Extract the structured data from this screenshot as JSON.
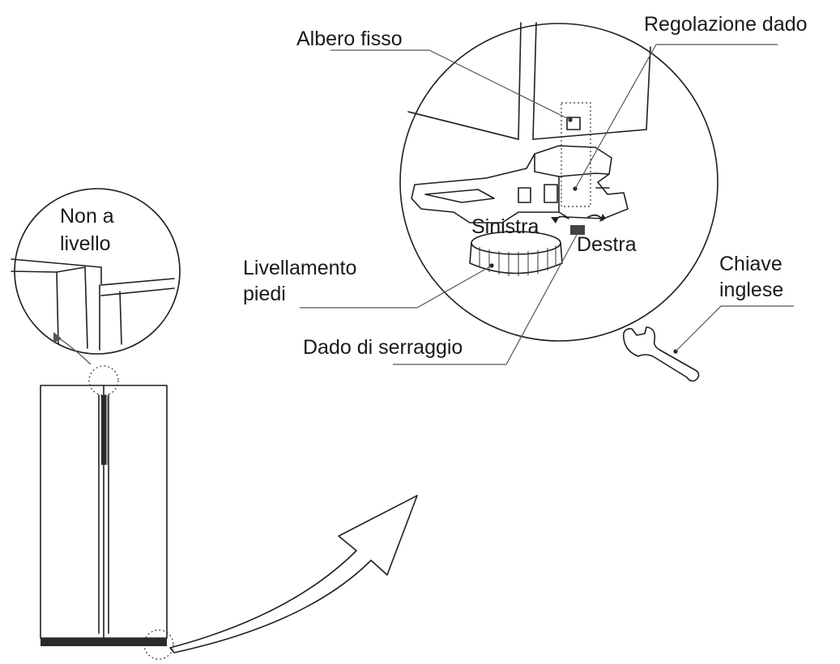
{
  "labels": {
    "not_level": "Non a\nlivello",
    "fixed_shaft": "Albero fisso",
    "nut_adjustment": "Regolazione dado",
    "left": "Sinistra",
    "right": "Destra",
    "leveling_feet": "Livellamento\npiedi",
    "lock_nut": "Dado di serraggio",
    "wrench": "Chiave\ninglese"
  },
  "colors": {
    "ink": "#1f1f1f",
    "leader": "#555555",
    "background": "#ffffff"
  }
}
